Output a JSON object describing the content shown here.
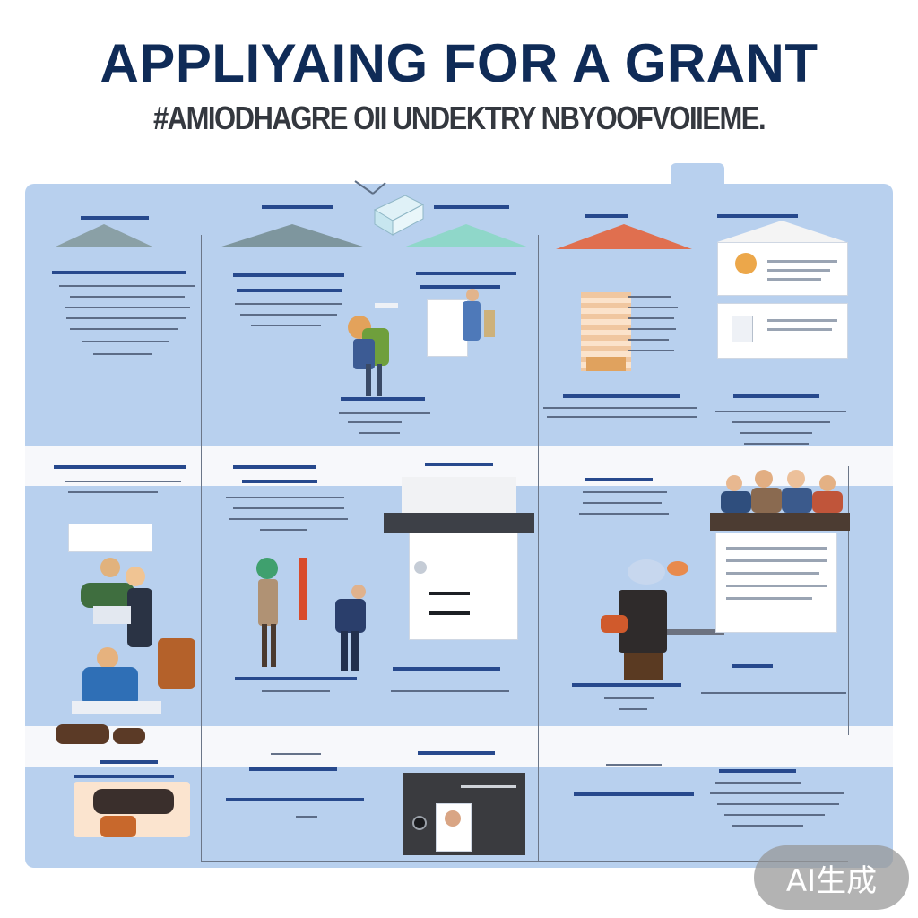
{
  "header": {
    "title": "APPLIYAING FOR A GRANT",
    "subtitle": "#AMIODHAGRE OII UNDEKTRY NBYOOFVOIIEME."
  },
  "watermark": {
    "label": "AI生成"
  }
}
